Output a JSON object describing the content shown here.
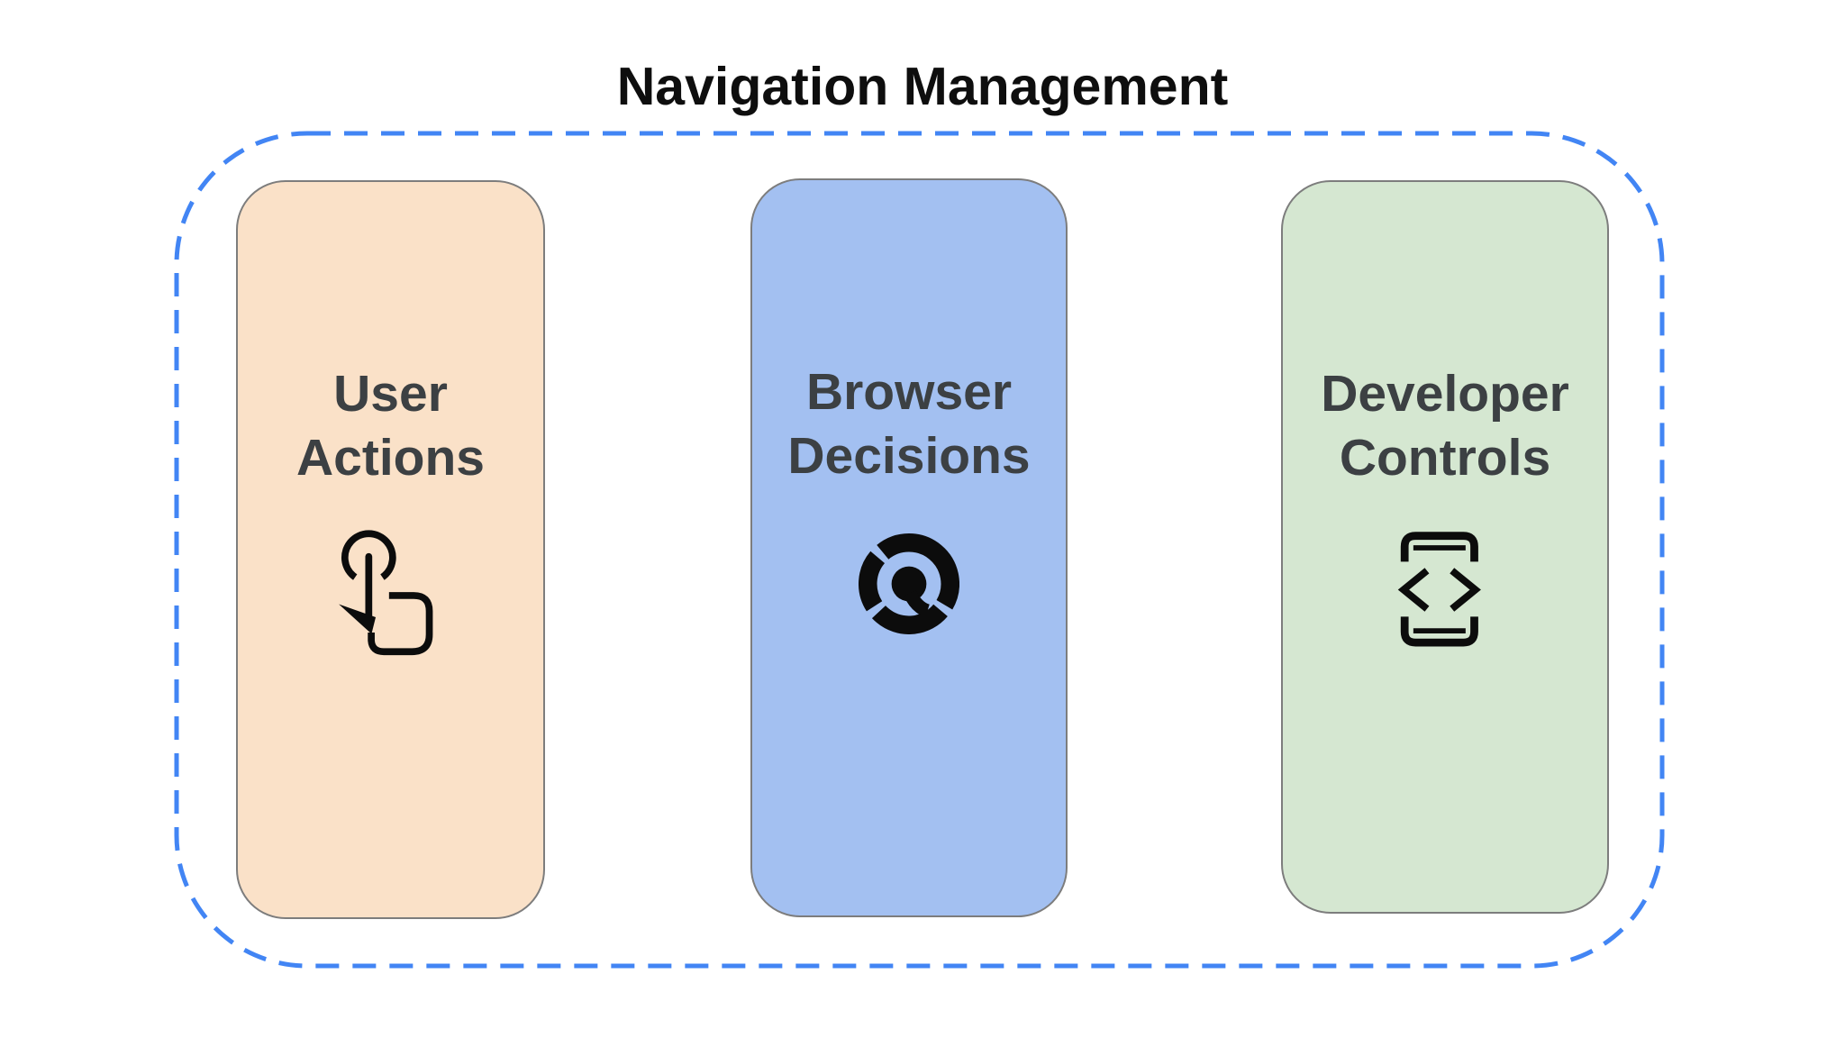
{
  "page": {
    "title": "Navigation Management",
    "title_color": "#0e0e0e",
    "background": "#ffffff"
  },
  "frame": {
    "border_color": "#4285F4",
    "border_style": "dashed"
  },
  "cards": [
    {
      "id": "user-actions",
      "label": "User\nActions",
      "icon": "touch-gesture-icon",
      "bg": "#FAE1C8",
      "text_color": "#3C4043"
    },
    {
      "id": "browser-decisions",
      "label": "Browser\nDecisions",
      "icon": "chrome-browser-icon",
      "bg": "#A3C0F1",
      "text_color": "#3C4043"
    },
    {
      "id": "developer-controls",
      "label": "Developer\nControls",
      "icon": "developer-mode-icon",
      "bg": "#D5E7D1",
      "text_color": "#3C4043"
    }
  ]
}
